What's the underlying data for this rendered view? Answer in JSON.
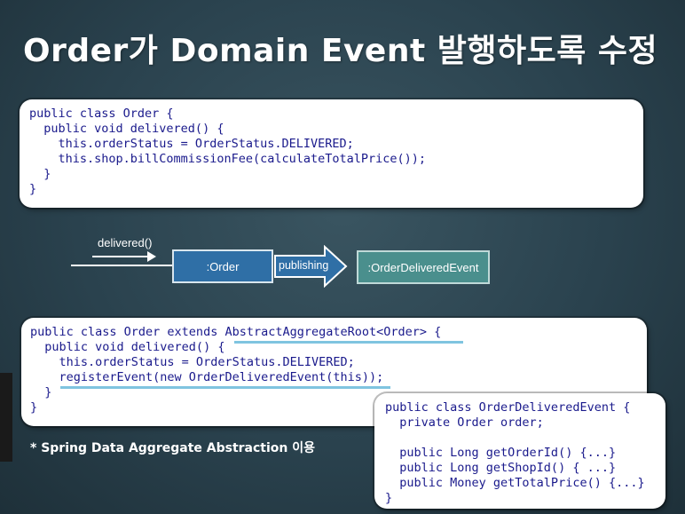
{
  "title": "Order가 Domain Event 발행하도록 수정",
  "code_block_1": {
    "lines": [
      "public class Order {",
      "  public void delivered() {",
      "    this.orderStatus = OrderStatus.DELIVERED;",
      "    this.shop.billCommissionFee(calculateTotalPrice());",
      "  }",
      "}"
    ]
  },
  "diagram": {
    "call_label": "delivered()",
    "order_box": ":Order",
    "publishing_label": "publishing",
    "event_box": ":OrderDeliveredEvent"
  },
  "code_block_2": {
    "lines": [
      "public class Order extends AbstractAggregateRoot<Order> {",
      "  public void delivered() {",
      "    this.orderStatus = OrderStatus.DELIVERED;",
      "    registerEvent(new OrderDeliveredEvent(this));",
      "  }",
      "}"
    ]
  },
  "code_block_3": {
    "lines": [
      "public class OrderDeliveredEvent {",
      "  private Order order;",
      "",
      "  public Long getOrderId() {...}",
      "  public Long getShopId() { ...}",
      "  public Money getTotalPrice() {...}",
      "}"
    ]
  },
  "note": "* Spring Data Aggregate Abstraction 이용",
  "colors": {
    "background": "#2a424e",
    "code_keyword": "#1a1a8c",
    "code_field": "#5b2a86",
    "underline": "#7fc4e0",
    "order_box": "#2f6fa6",
    "publishing_arrow": "#2f6fa6",
    "event_box": "#4a8f8d"
  }
}
